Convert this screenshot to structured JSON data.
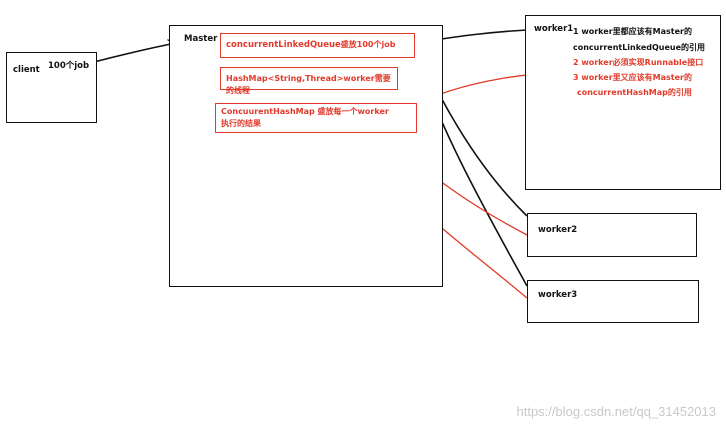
{
  "client": {
    "title": "client",
    "edge_label": "100个job"
  },
  "master": {
    "title": "Master",
    "queue_box": {
      "name": "concurrentLinkedQueue",
      "desc": "盛放100个job"
    },
    "hashmap_box": "HashMap<String,Thread>worker需要的线程",
    "result_box": {
      "line1": "ConcuurentHashMap 盛放每一个worker",
      "line2": "执行的结果"
    }
  },
  "worker1": {
    "title": "worker1",
    "notes": [
      "1 worker里都应该有Master的",
      "concurrentLinkedQueue的引用",
      "2 worker必须实现Runnable接口",
      "3 worker里又应该有Master的",
      "concurrentHashMap的引用"
    ]
  },
  "worker2": {
    "title": "worker2"
  },
  "worker3": {
    "title": "worker3"
  },
  "watermark": "https://blog.csdn.net/qq_31452013",
  "colors": {
    "ink": "#111111",
    "accent": "#e23a2a"
  }
}
